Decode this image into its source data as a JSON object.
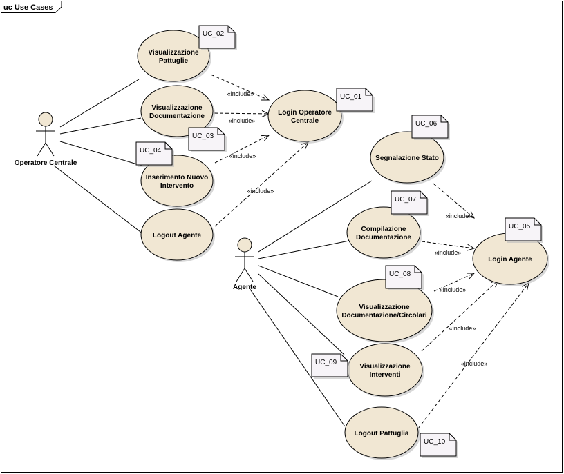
{
  "frame": {
    "title": "uc Use Cases"
  },
  "colors": {
    "usecase_fill": "#f1e7d3",
    "usecase_stroke": "#000000",
    "note_fill": "#f7f4f8",
    "actor_head_fill": "#f1e7d3",
    "line": "#000000"
  },
  "actors": [
    {
      "id": "operatore",
      "label": "Operatore Centrale"
    },
    {
      "id": "agente",
      "label": "Agente"
    }
  ],
  "use_cases": [
    {
      "id": "uc02",
      "lines": [
        "Visualizzazione",
        "Pattuglie"
      ],
      "tag": "UC_02"
    },
    {
      "id": "uc03",
      "lines": [
        "Visualizzazione",
        "Documentazione"
      ],
      "tag": "UC_03"
    },
    {
      "id": "uc04",
      "lines": [
        "Inserimento Nuovo",
        "Intervento"
      ],
      "tag": "UC_04"
    },
    {
      "id": "logout_agente",
      "lines": [
        "Logout Agente"
      ],
      "tag": ""
    },
    {
      "id": "uc01",
      "lines": [
        "Login Operatore",
        "Centrale"
      ],
      "tag": "UC_01"
    },
    {
      "id": "uc06",
      "lines": [
        "Segnalazione Stato"
      ],
      "tag": "UC_06"
    },
    {
      "id": "uc07",
      "lines": [
        "Compilazione",
        "Documentazione"
      ],
      "tag": "UC_07"
    },
    {
      "id": "uc08",
      "lines": [
        "Visualizzazione",
        "Documentazione/Circolari"
      ],
      "tag": "UC_08"
    },
    {
      "id": "uc09",
      "lines": [
        "Visualizzazione",
        "Interventi"
      ],
      "tag": "UC_09"
    },
    {
      "id": "uc10",
      "lines": [
        "Logout Pattuglia"
      ],
      "tag": "UC_10"
    },
    {
      "id": "uc05",
      "lines": [
        "Login Agente"
      ],
      "tag": "UC_05"
    }
  ],
  "associations": [
    [
      "operatore",
      "uc02"
    ],
    [
      "operatore",
      "uc03"
    ],
    [
      "operatore",
      "uc04"
    ],
    [
      "operatore",
      "logout_agente"
    ],
    [
      "agente",
      "uc06"
    ],
    [
      "agente",
      "uc07"
    ],
    [
      "agente",
      "uc08"
    ],
    [
      "agente",
      "uc09"
    ],
    [
      "agente",
      "uc10"
    ]
  ],
  "includes": [
    {
      "from": "uc02",
      "to": "uc01",
      "label": "«include»"
    },
    {
      "from": "uc03",
      "to": "uc01",
      "label": "«include»"
    },
    {
      "from": "uc04",
      "to": "uc01",
      "label": "«include»"
    },
    {
      "from": "logout_agente",
      "to": "uc01",
      "label": "«include»"
    },
    {
      "from": "uc06",
      "to": "uc05",
      "label": "«include»"
    },
    {
      "from": "uc07",
      "to": "uc05",
      "label": "«include»"
    },
    {
      "from": "uc08",
      "to": "uc05",
      "label": "«include»"
    },
    {
      "from": "uc09",
      "to": "uc05",
      "label": "«include»"
    },
    {
      "from": "uc10",
      "to": "uc05",
      "label": "«include»"
    }
  ]
}
